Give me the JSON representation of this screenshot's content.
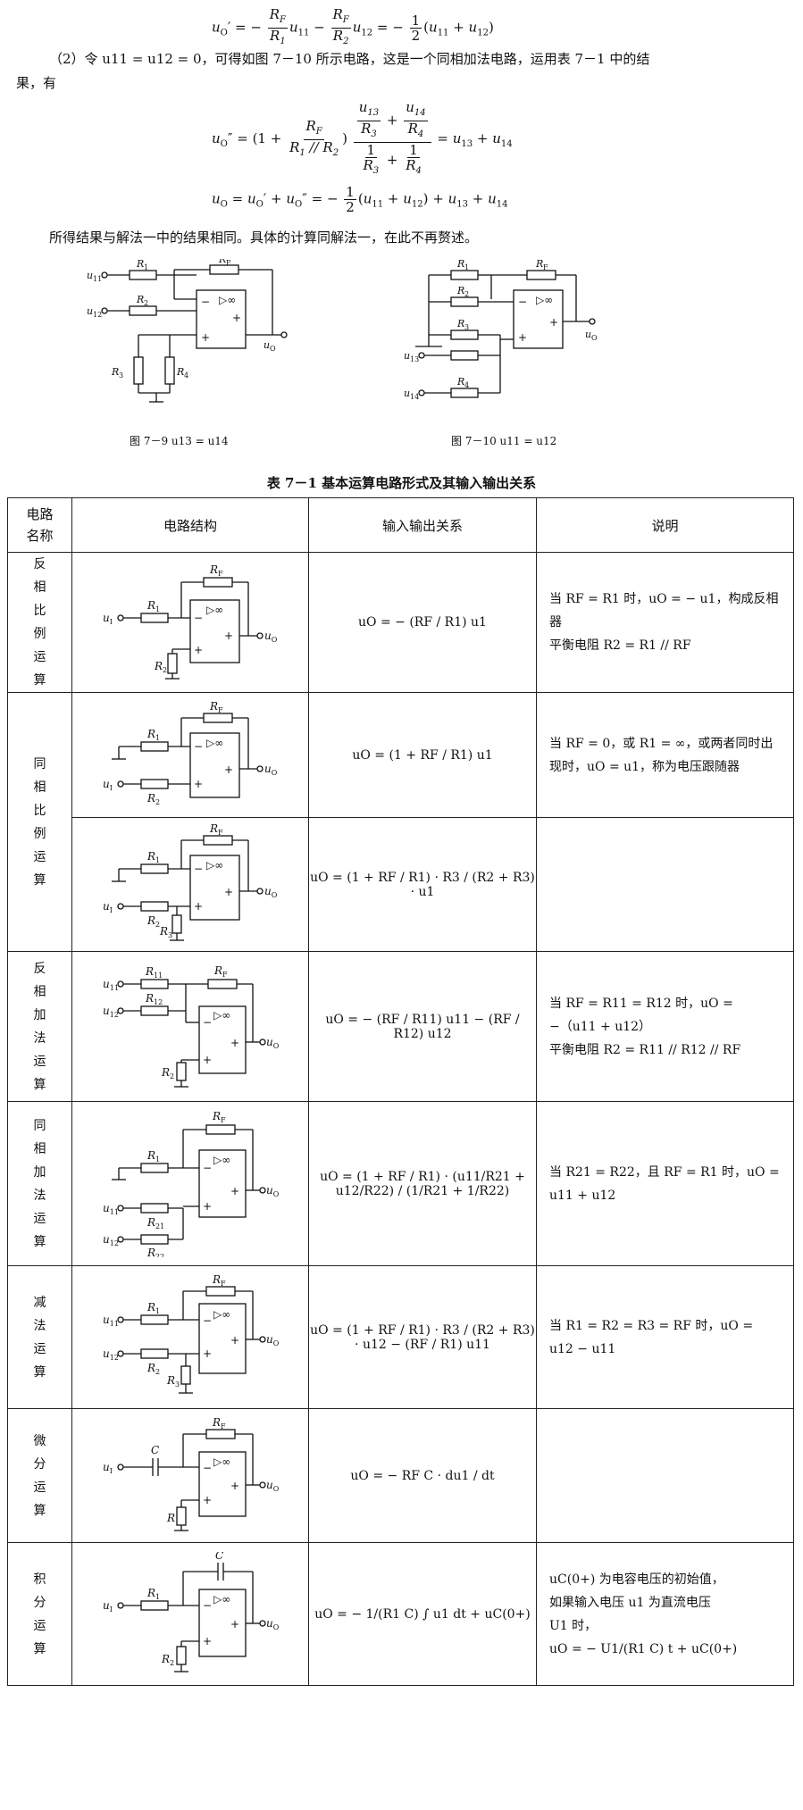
{
  "top_formula": {
    "lhs": "u′O = −",
    "rf": "RF",
    "r1": "R1",
    "u11": "u11",
    "minus": "−",
    "r2": "R2",
    "u12": "u12",
    "rhs": "= − 1/2 ( u11 + u12 )"
  },
  "para2_line1": "（2）令 u11 = u12 = 0，可得如图 7－10 所示电路，这是一个同相加法电路，运用表 7－1 中的结",
  "para2_line2": "果，有",
  "formula2": {
    "lhs": "u″O =",
    "paren_open": "(1 +",
    "rf": "RF",
    "r1r2": "R1 // R2",
    "paren_close": ")",
    "num_num": "u13/R3 + u14/R4",
    "num_den": "1/R3 + 1/R4",
    "rhs": "= u13 + u14"
  },
  "formula3": "uO = u′O + u″O = − 1/2 ( u11 + u12 ) + u13 + u14",
  "result_text": "所得结果与解法一中的结果相同。具体的计算同解法一，在此不再赘述。",
  "fig9_caption": "图 7－9    u13 = u14",
  "fig10_caption": "图 7－10    u11 = u12",
  "table_title": "表 7－1    基本运算电路形式及其输入输出关系",
  "table": {
    "headers": [
      "电路\n名称",
      "电路结构",
      "输入输出关系",
      "说明"
    ],
    "rows": [
      {
        "name": "反\n相\n比\n例\n运\n算",
        "relation": "uO = − (RF / R1) u1",
        "note": "当 RF = R1 时，uO = − u1，构成反相器\n平衡电阻 R2 = R1 // RF"
      },
      {
        "name": "同\n相\n比\n例\n运\n算",
        "relation": "uO = (1 + RF / R1) u1",
        "note": "当 RF = 0，或 R1 = ∞，或两者同时出现时，uO = u1，称为电压跟随器"
      },
      {
        "name": "",
        "relation": "uO = (1 + RF / R1) · R3 / (R2 + R3) · u1",
        "note": ""
      },
      {
        "name": "反\n相\n加\n法\n运\n算",
        "relation": "uO = − (RF / R11) u11 − (RF / R12) u12",
        "note": "当 RF = R11 = R12 时，uO =\n−（u11 + u12）\n平衡电阻 R2 = R11 // R12 // RF"
      },
      {
        "name": "同\n相\n加\n法\n运\n算",
        "relation": "uO = (1 + RF / R1) · (u11/R21 + u12/R22) / (1/R21 + 1/R22)",
        "note": "当 R21 = R22，且 RF = R1 时，uO =\nu11 + u12"
      },
      {
        "name": "减\n法\n运\n算",
        "relation": "uO = (1 + RF / R1) · R3 / (R2 + R3) · u12 − (RF / R1) u11",
        "note": "当 R1 = R2 = R3 = RF 时，uO =\nu12 − u11"
      },
      {
        "name": "微\n分\n运\n算",
        "relation": "uO = − RF C · du1 / dt",
        "note": ""
      },
      {
        "name": "积\n分\n运\n算",
        "relation": "uO = − 1/(R1 C) ∫ u1 dt + uC(0+)",
        "note": "uC(0+) 为电容电压的初始值，\n如果输入电压 u1 为直流电压\nU1 时，\nuO = − U1/(R1 C) t + uC(0+)"
      }
    ]
  }
}
